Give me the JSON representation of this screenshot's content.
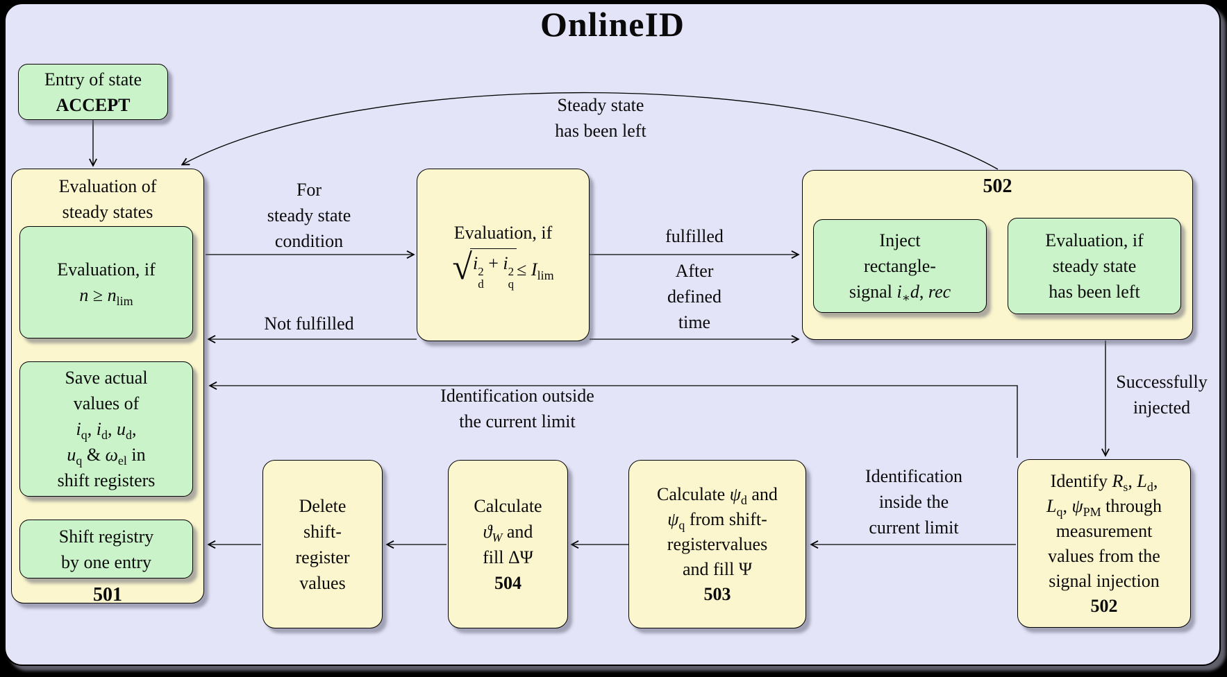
{
  "title": "OnlineID",
  "colors": {
    "background": "#000000",
    "canvas": "#E4E4F8",
    "process_box": "#FBF6CD",
    "action_box": "#CBF3CA",
    "border": "#000000"
  },
  "nodes": {
    "entry": {
      "lines": [
        [
          {
            "v": "Entry of state"
          }
        ],
        [
          {
            "s": "b",
            "v": "ACCEPT"
          }
        ]
      ]
    },
    "steady_eval": {
      "header": [
        [
          {
            "v": "Evaluation of"
          }
        ],
        [
          {
            "v": "steady states"
          }
        ]
      ],
      "id_label": "501"
    },
    "eval_n": {
      "lines": [
        [
          {
            "v": "Evaluation, if"
          }
        ],
        [
          {
            "s": "i",
            "v": "n"
          },
          {
            "v": " ≥ "
          },
          {
            "s": "i",
            "v": "n"
          },
          {
            "s": "sub",
            "v": "lim"
          }
        ]
      ]
    },
    "save_values": {
      "lines": [
        [
          {
            "v": "Save actual"
          }
        ],
        [
          {
            "v": "values of"
          }
        ],
        [
          {
            "s": "i",
            "v": "i"
          },
          {
            "s": "sub",
            "v": "q"
          },
          {
            "v": ", "
          },
          {
            "s": "i",
            "v": "i"
          },
          {
            "s": "sub",
            "v": "d"
          },
          {
            "v": ", "
          },
          {
            "s": "i",
            "v": "u"
          },
          {
            "s": "sub",
            "v": "d"
          },
          {
            "v": ","
          }
        ],
        [
          {
            "s": "i",
            "v": "u"
          },
          {
            "s": "sub",
            "v": "q"
          },
          {
            "v": " & "
          },
          {
            "s": "i",
            "v": "ω"
          },
          {
            "s": "sub",
            "v": "el"
          },
          {
            "v": " in"
          }
        ],
        [
          {
            "v": "shift registers"
          }
        ]
      ]
    },
    "shift_registry": {
      "lines": [
        [
          {
            "v": "Shift registry"
          }
        ],
        [
          {
            "v": "by one entry"
          }
        ]
      ]
    },
    "current_eval": {
      "line1": [
        {
          "v": "Evaluation, if"
        }
      ],
      "sqrt_symbol": "√",
      "radicand": [
        {
          "s": "i",
          "v": "i"
        },
        {
          "s": "ss",
          "sup": "2",
          "sub": "d"
        },
        {
          "v": " + "
        },
        {
          "s": "i",
          "v": "i"
        },
        {
          "s": "ss",
          "sup": "2",
          "sub": "q"
        }
      ],
      "tail": [
        {
          "v": " ≤ "
        },
        {
          "s": "i",
          "v": "I"
        },
        {
          "s": "sub",
          "v": "lim"
        }
      ]
    },
    "inject_block": {
      "id_label": "502"
    },
    "inject": {
      "lines": [
        [
          {
            "v": "Inject"
          }
        ],
        [
          {
            "v": "rectangle-"
          }
        ],
        [
          {
            "v": "signal "
          },
          {
            "s": "i",
            "v": "i"
          },
          {
            "s": "sub",
            "v": "∗"
          },
          {
            "s": "i",
            "v": "d"
          },
          {
            "v": ", "
          },
          {
            "s": "i",
            "v": "rec"
          }
        ]
      ]
    },
    "steady_left_eval": {
      "lines": [
        [
          {
            "v": "Evaluation, if"
          }
        ],
        [
          {
            "v": "steady state"
          }
        ],
        [
          {
            "v": "has been left"
          }
        ]
      ]
    },
    "identify": {
      "lines": [
        [
          {
            "v": "Identify "
          },
          {
            "s": "i",
            "v": "R"
          },
          {
            "s": "sub",
            "v": "s"
          },
          {
            "v": ", "
          },
          {
            "s": "i",
            "v": "L"
          },
          {
            "s": "sub",
            "v": "d"
          },
          {
            "v": ","
          }
        ],
        [
          {
            "s": "i",
            "v": "L"
          },
          {
            "s": "sub",
            "v": "q"
          },
          {
            "v": ", "
          },
          {
            "s": "i",
            "v": "ψ"
          },
          {
            "s": "sub",
            "v": "PM"
          },
          {
            "v": " through"
          }
        ],
        [
          {
            "v": "measurement"
          }
        ],
        [
          {
            "v": "values from the"
          }
        ],
        [
          {
            "v": "signal injection"
          }
        ],
        [
          {
            "s": "b",
            "v": "502"
          }
        ]
      ]
    },
    "calc_psi": {
      "lines": [
        [
          {
            "v": "Calculate "
          },
          {
            "s": "i",
            "v": "ψ"
          },
          {
            "s": "sub",
            "v": "d"
          },
          {
            "v": " and"
          }
        ],
        [
          {
            "s": "i",
            "v": "ψ"
          },
          {
            "s": "sub",
            "v": "q"
          },
          {
            "v": " from shift-"
          }
        ],
        [
          {
            "v": "registervalues"
          }
        ],
        [
          {
            "v": "and fill Ψ"
          }
        ],
        [
          {
            "s": "b",
            "v": "503"
          }
        ]
      ]
    },
    "calc_theta": {
      "lines": [
        [
          {
            "v": "Calculate"
          }
        ],
        [
          {
            "s": "i",
            "v": "ϑ"
          },
          {
            "s": "isub",
            "v": "W"
          },
          {
            "v": " and"
          }
        ],
        [
          {
            "v": "fill ΔΨ"
          }
        ],
        [
          {
            "s": "b",
            "v": "504"
          }
        ]
      ]
    },
    "delete_values": {
      "lines": [
        [
          {
            "v": "Delete"
          }
        ],
        [
          {
            "v": "shift-"
          }
        ],
        [
          {
            "v": "register"
          }
        ],
        [
          {
            "v": "values"
          }
        ]
      ]
    }
  },
  "edges": {
    "steady_left": {
      "lines": [
        [
          {
            "v": "Steady state"
          }
        ],
        [
          {
            "v": "has been left"
          }
        ]
      ]
    },
    "for_condition": {
      "lines": [
        [
          {
            "v": "For"
          }
        ],
        [
          {
            "v": "steady state"
          }
        ],
        [
          {
            "v": "condition"
          }
        ]
      ]
    },
    "fulfilled": {
      "lines": [
        [
          {
            "v": "fulfilled"
          }
        ]
      ]
    },
    "after_time": {
      "lines": [
        [
          {
            "v": "After"
          }
        ],
        [
          {
            "v": "defined"
          }
        ],
        [
          {
            "v": "time"
          }
        ]
      ]
    },
    "not_fulfilled": {
      "lines": [
        [
          {
            "v": "Not fulfilled"
          }
        ]
      ]
    },
    "successfully": {
      "lines": [
        [
          {
            "v": "Successfully"
          }
        ],
        [
          {
            "v": "injected"
          }
        ]
      ]
    },
    "outside": {
      "lines": [
        [
          {
            "v": "Identification outside"
          }
        ],
        [
          {
            "v": "the current limit"
          }
        ]
      ]
    },
    "inside": {
      "lines": [
        [
          {
            "v": "Identification"
          }
        ],
        [
          {
            "v": "inside the"
          }
        ],
        [
          {
            "v": "current limit"
          }
        ]
      ]
    }
  }
}
